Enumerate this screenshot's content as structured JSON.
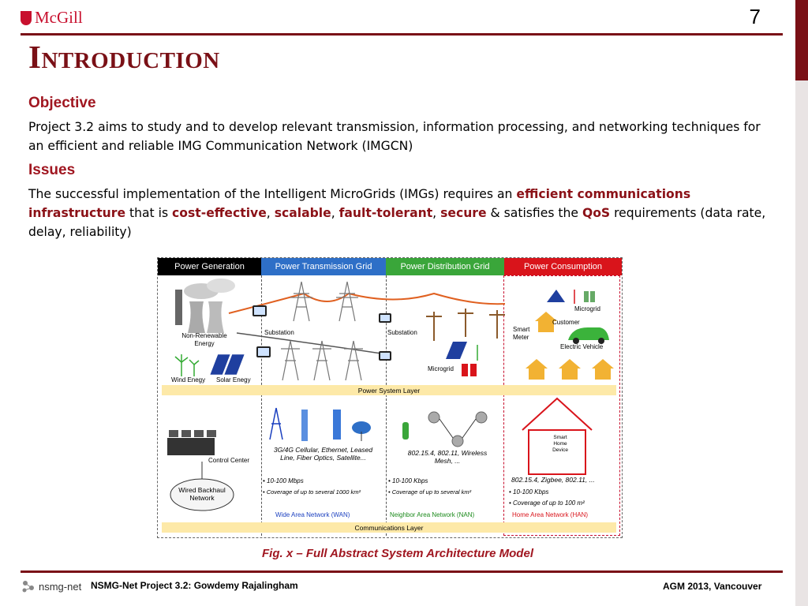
{
  "header": {
    "logo_text": "McGill",
    "slide_number": "7",
    "title": "Introduction"
  },
  "objective": {
    "heading": "Objective",
    "text": "Project 3.2 aims to study and to develop relevant transmission, information processing, and networking techniques for an efficient and reliable IMG Communication Network (IMGCN)"
  },
  "issues": {
    "heading": "Issues",
    "p1": "The successful implementation of the Intelligent MicroGrids (IMGs) requires an ",
    "k1": "efficient communications infrastructure",
    "p2": " that is ",
    "k2": "cost-effective",
    "s1": ", ",
    "k3": "scalable",
    "s2": ", ",
    "k4": "fault-tolerant",
    "s3": ", ",
    "k5": "secure",
    "p3": " & satisfies the ",
    "k6": "QoS",
    "p4": " requirements (data rate, delay, reliability)"
  },
  "figure": {
    "headers": [
      {
        "label": "Power Generation",
        "color": "#000000"
      },
      {
        "label": "Power Transmission Grid",
        "color": "#2e6fc7"
      },
      {
        "label": "Power Distribution Grid",
        "color": "#3aa63a"
      },
      {
        "label": "Power Consumption",
        "color": "#d9141b"
      }
    ],
    "labels": {
      "non_renewable": "Non-Renewable Energy",
      "substation1": "Substation",
      "substation2": "Substation",
      "smart_meter": "Smart Meter",
      "microgrid_top": "Microgrid",
      "customer": "Customer",
      "electric_vehicle": "Electric Vehicle",
      "microgrid_mid": "Microgrid",
      "wind": "Wind Enegy",
      "solar": "Solar Enegy",
      "power_layer": "Power System Layer",
      "control_center": "Control Center",
      "wired_backhaul": "Wired Backhaul Network",
      "wan_tech": "3G/4G Cellular, Ethernet, Leased Line, Fiber Optics, Satellite...",
      "wan_rate": "10-100 Mbps",
      "wan_cov": "Coverage of up to several 1000 km²",
      "wan_name": "Wide Area Network (WAN)",
      "nan_tech": "802.15.4, 802.11, Wireless Mesh, ...",
      "nan_rate": "10-100 Kbps",
      "nan_cov": "Coverage of up to several km²",
      "nan_name": "Neighbor Area  Network (NAN)",
      "smart_home": "Smart Home Device",
      "han_tech": "802.15.4, Zigbee, 802.11, ...",
      "han_rate": "10-100 Kbps",
      "han_cov": "Coverage of up to 100 m²",
      "han_name": "Home Area Network (HAN)",
      "comm_layer": "Communications Layer"
    },
    "colors": {
      "wan": "#1a3fbf",
      "nan": "#1b8a1b",
      "han": "#d9141b"
    },
    "caption": "Fig. x – Full Abstract System Architecture Model"
  },
  "footer": {
    "logo_text": "nsmg-net",
    "left": "NSMG-Net Project 3.2: Gowdemy Rajalingham",
    "right": "AGM 2013, Vancouver"
  }
}
